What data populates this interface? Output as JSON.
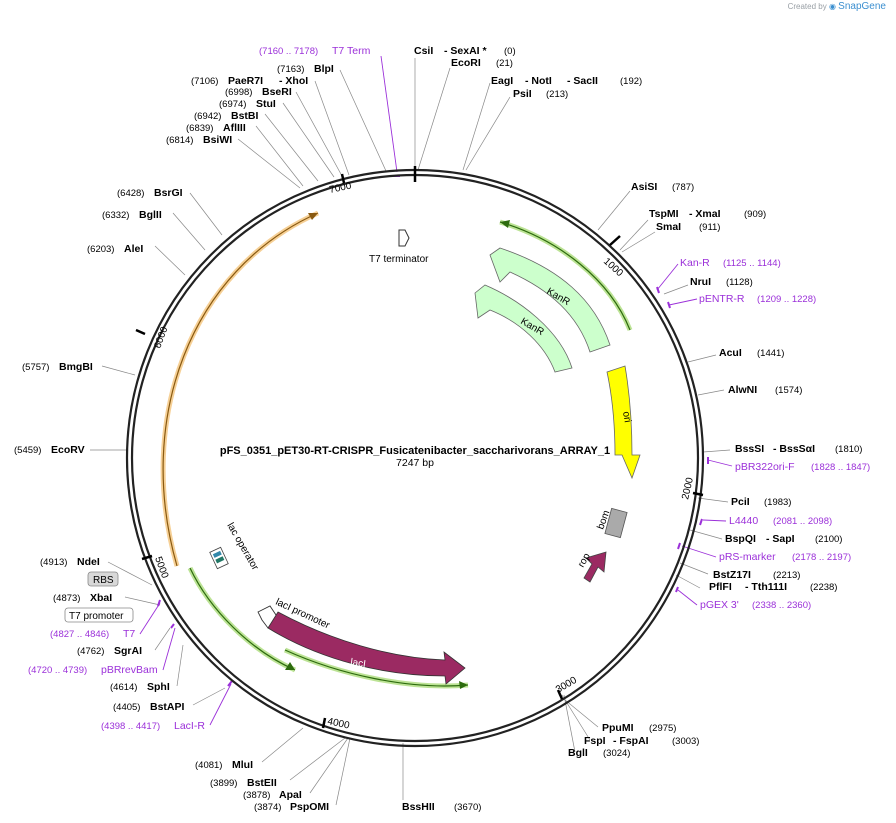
{
  "header": {
    "created_by": "Created by",
    "brand": "SnapGene"
  },
  "plasmid": {
    "name": "pFS_0351_pET30-RT-CRISPR_Fusicatenibacter_saccharivorans_ARRAY_1",
    "length": "7247 bp"
  },
  "colors": {
    "primer": "#9b30d9",
    "lacI": "#9b2a62",
    "ori": "#ffff00",
    "kanR": "#ccffcc",
    "bom": "#aaaaaa",
    "circle": "#222222",
    "cds_track_green": "#8fd14f",
    "cds_track_orange": "#f0b050"
  },
  "ticks": [
    "1000",
    "2000",
    "3000",
    "4000",
    "5000",
    "6000",
    "7000"
  ],
  "enzymes": {
    "csiI": "CsiI",
    "sexAI": "- SexAI *",
    "csi_pos": "(0)",
    "ecoRI": "EcoRI",
    "ecoRI_pos": "(21)",
    "eagI": "EagI",
    "notI": "- NotI",
    "sacII": "- SacII",
    "eag_pos": "(192)",
    "psiI": "PsiI",
    "psiI_pos": "(213)",
    "asiSI": "AsiSI",
    "asiSI_pos": "(787)",
    "tspMI": "TspMI",
    "xmaI": "- XmaI",
    "tsp_pos": "(909)",
    "smaI": "SmaI",
    "smaI_pos": "(911)",
    "nruI": "NruI",
    "nruI_pos": "(1128)",
    "acuI": "AcuI",
    "acuI_pos": "(1441)",
    "alwNI": "AlwNI",
    "alwNI_pos": "(1574)",
    "bssSI": "BssSI",
    "bssSaI": "- BssSαI",
    "bss_pos": "(1810)",
    "pciI": "PciI",
    "pciI_pos": "(1983)",
    "bspQI": "BspQI",
    "sapI": "- SapI",
    "bsp_pos": "(2100)",
    "bstZ17I": "BstZ17I",
    "bstZ_pos": "(2213)",
    "pflFI": "PflFI",
    "tth111I": "- Tth111I",
    "pfl_pos": "(2238)",
    "ppuMI": "PpuMI",
    "ppuMI_pos": "(2975)",
    "fspI": "FspI",
    "fspAI": "- FspAI",
    "fsp_pos": "(3003)",
    "bglI": "BglI",
    "bglI_pos": "(3024)",
    "bssHII": "BssHII",
    "bssHII_pos": "(3670)",
    "pspOMI": "PspOMI",
    "pspOMI_pos": "(3874)",
    "apaI": "ApaI",
    "apaI_pos": "(3878)",
    "bstEII": "BstEII",
    "bstEII_pos": "(3899)",
    "mluI": "MluI",
    "mluI_pos": "(4081)",
    "bstAPI": "BstAPI",
    "bstAPI_pos": "(4405)",
    "sphI": "SphI",
    "sphI_pos": "(4614)",
    "sgrAI": "SgrAI",
    "sgrAI_pos": "(4762)",
    "xbaI": "XbaI",
    "xbaI_pos": "(4873)",
    "ndeI": "NdeI",
    "ndeI_pos": "(4913)",
    "ecoRV": "EcoRV",
    "ecoRV_pos": "(5459)",
    "bmgBI": "BmgBI",
    "bmgBI_pos": "(5757)",
    "aleI": "AleI",
    "aleI_pos": "(6203)",
    "bglII": "BglII",
    "bglII_pos": "(6332)",
    "bsrGI": "BsrGI",
    "bsrGI_pos": "(6428)",
    "bsiWI": "BsiWI",
    "bsiWI_pos": "(6814)",
    "aflIII": "AflIII",
    "aflIII_pos": "(6839)",
    "bstBI": "BstBI",
    "bstBI_pos": "(6942)",
    "stuI": "StuI",
    "stuI_pos": "(6974)",
    "bseRI": "BseRI",
    "bseRI_pos": "(6998)",
    "paeR7I": "PaeR7I",
    "xhoI": "- XhoI",
    "pae_pos": "(7106)",
    "blpI": "BlpI",
    "blpI_pos": "(7163)"
  },
  "primers": {
    "t7term": "T7 Term",
    "t7term_pos": "(7160 .. 7178)",
    "kanR": "Kan-R",
    "kanR_pos": "(1125 .. 1144)",
    "pentr": "pENTR-R",
    "pentr_pos": "(1209 .. 1228)",
    "pbr322": "pBR322ori-F",
    "pbr322_pos": "(1828 .. 1847)",
    "l4440": "L4440",
    "l4440_pos": "(2081 .. 2098)",
    "rsmarker": "pRS-marker",
    "rsmarker_pos": "(2178 .. 2197)",
    "pgex": "pGEX 3'",
    "pgex_pos": "(2338 .. 2360)",
    "t7": "T7",
    "t7_pos": "(4827 .. 4846)",
    "pbrrev": "pBRrevBam",
    "pbrrev_pos": "(4720 .. 4739)",
    "laciR": "LacI-R",
    "laciR_pos": "(4398 .. 4417)"
  },
  "features": {
    "t7terminator": "T7 terminator",
    "kanR1": "KanR",
    "kanR2": "KanR",
    "ori": "ori",
    "bom": "bom",
    "rop": "rop",
    "lacI": "lacI",
    "lacIpromoter": "lacI promoter",
    "lacoperator": "lac operator",
    "rbs": "RBS",
    "t7promoter": "T7 promoter"
  }
}
